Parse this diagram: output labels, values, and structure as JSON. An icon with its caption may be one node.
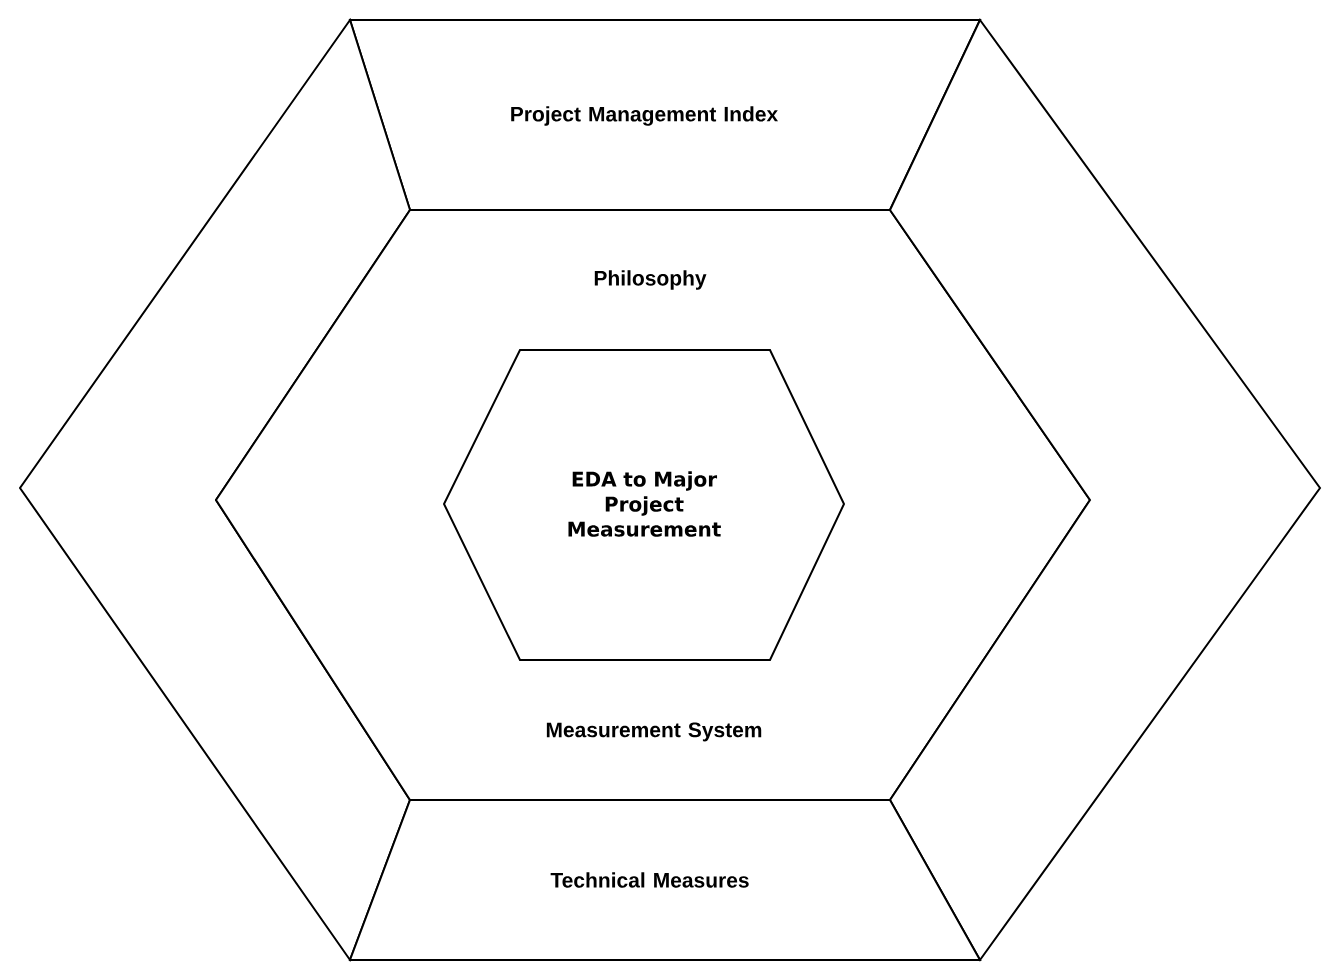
{
  "diagram": {
    "nodes": [
      {
        "text": [
          "Project Management Index"
        ]
      },
      {
        "text": [],
        "shape": "chevron"
      },
      {
        "text": [
          "Philosophy",
          "Measurement System"
        ]
      },
      {
        "text": [
          "EDA to Major Project Measurement"
        ],
        "in": 2
      },
      {
        "text": [],
        "shape": "chevron"
      },
      {
        "text": [
          "Technical Measures"
        ]
      }
    ]
  }
}
